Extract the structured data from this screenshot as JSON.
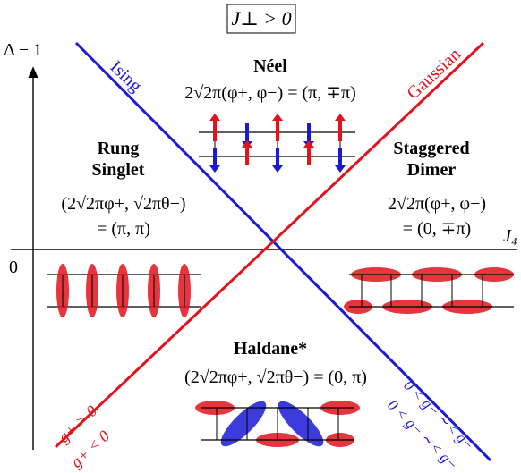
{
  "header_label": "J⊥ > 0",
  "axes": {
    "y_label": "Δ − 1",
    "x_label": "J₄",
    "origin_label": "0"
  },
  "lines": {
    "ising": "Ising",
    "gaussian": "Gaussian"
  },
  "phases": {
    "neel": {
      "title": "Néel",
      "formula": "2√2π(φ+, φ−) = (π, ∓π)"
    },
    "rung": {
      "title1": "Rung",
      "title2": "Singlet",
      "formula1": "(2√2πφ+, √2πθ−)",
      "formula2": "= (π, π)"
    },
    "dimer": {
      "title1": "Staggered",
      "title2": "Dimer",
      "formula1": "2√2π(φ+, φ−)",
      "formula2": "= (0, ∓π)"
    },
    "haldane": {
      "title": "Haldane*",
      "formula": "(2√2πφ+, √2πθ−) = (0, π)"
    }
  },
  "conditions": {
    "g_plus_pos": "g+ > 0",
    "g_plus_neg": "g+ < 0",
    "g_minus_1": "0 < g− ∼< g−",
    "g_minus_2": "0 < g− ∼< g−"
  },
  "colors": {
    "blue": "#1a1ad6",
    "red": "#e3121b",
    "black": "#000000"
  }
}
